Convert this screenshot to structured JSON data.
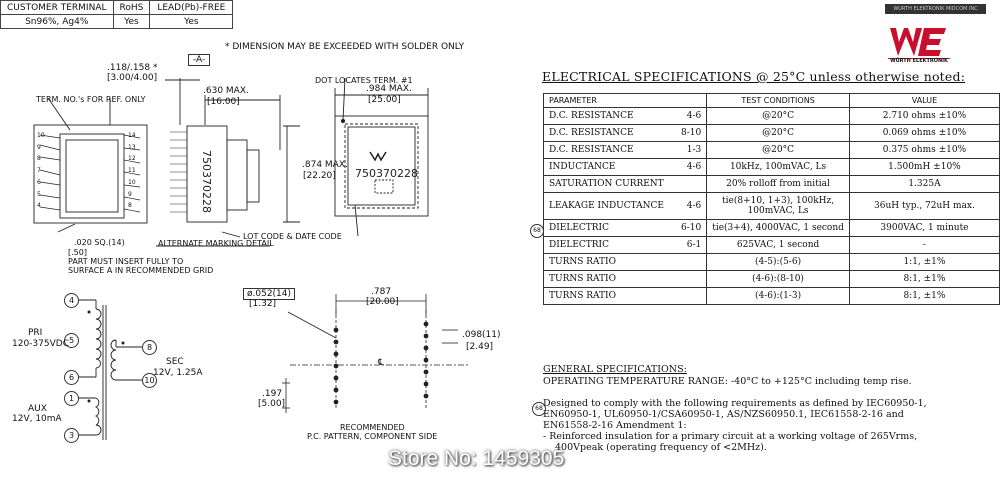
{
  "terminal_table": {
    "headers": [
      "CUSTOMER TERMINAL",
      "RoHS",
      "LEAD(Pb)-FREE"
    ],
    "values": [
      "Sn96%, Ag4%",
      "Yes",
      "Yes"
    ]
  },
  "banner_text": "WURTH ELEKTRONIK MIDCOM INC",
  "logo": {
    "brand": "WÜRTH ELEKTRONIK",
    "color": "#c8102e"
  },
  "drawing": {
    "dimension_note": "* DIMENSION MAY BE EXCEEDED WITH SOLDER ONLY",
    "dim_118": ".118/.158 *",
    "dim_118_mm": "[3.00/4.00]",
    "datum_a": "-A-",
    "term_ref": "TERM. NO.'s FOR REF. ONLY",
    "dim_630": ".630 MAX.",
    "dim_630_mm": "[16.00]",
    "dot_locates": "DOT LOCATES TERM. #1",
    "dim_984": ".984 MAX.",
    "dim_984_mm": "[25.00]",
    "dim_874": ".874 MAX.",
    "dim_874_mm": "[22.20]",
    "part_number": "750370228",
    "lot_code": "LOT CODE & DATE CODE",
    "alt_marking": "ALTERNATE MARKING DETAIL",
    "dim_020": ".020 SQ.(14)",
    "dim_020_mm": "[.50]",
    "insert_note_1": "PART MUST INSERT FULLY TO",
    "insert_note_2": "SURFACE A IN RECOMMENDED GRID",
    "left_pins": [
      "10",
      "9",
      "8",
      "7",
      "6",
      "5",
      "4"
    ],
    "right_pins": [
      "14",
      "13",
      "12",
      "11",
      "10",
      "9",
      "8"
    ]
  },
  "schematic": {
    "pri_label": "PRI",
    "pri_voltage": "120-375VDC",
    "sec_label": "SEC",
    "sec_voltage": "12V, 1.25A",
    "aux_label": "AUX",
    "aux_voltage": "12V, 10mA",
    "pins": [
      "4",
      "8",
      "5",
      "6",
      "10",
      "1",
      "3"
    ]
  },
  "pcb": {
    "hole_dim": "ø.052(14)",
    "hole_dim_mm": "[1.32]",
    "span_dim": ".787",
    "span_dim_mm": "[20.00]",
    "pitch_dim": ".098(11)",
    "pitch_dim_mm": "[2.49]",
    "offset_dim": ".197",
    "offset_dim_mm": "[5.00]",
    "cl_mark": "℄",
    "title_1": "RECOMMENDED",
    "title_2": "P.C. PATTERN, COMPONENT SIDE"
  },
  "electrical": {
    "heading": "ELECTRICAL SPECIFICATIONS @ 25°C unless otherwise noted:",
    "col_param": "PARAMETER",
    "col_test": "TEST CONDITIONS",
    "col_value": "VALUE",
    "marker": "68",
    "rows": [
      {
        "param": "D.C. RESISTANCE",
        "pins": "4-6",
        "test": "@20°C",
        "value": "2.710 ohms ±10%"
      },
      {
        "param": "D.C. RESISTANCE",
        "pins": "8-10",
        "test": "@20°C",
        "value": "0.069 ohms ±10%"
      },
      {
        "param": "D.C. RESISTANCE",
        "pins": "1-3",
        "test": "@20°C",
        "value": "0.375 ohms ±10%"
      },
      {
        "param": "INDUCTANCE",
        "pins": "4-6",
        "test": "10kHz, 100mVAC, Ls",
        "value": "1.500mH ±10%"
      },
      {
        "param": "SATURATION CURRENT",
        "pins": "",
        "test": "20% rolloff from initial",
        "value": "1.325A"
      },
      {
        "param": "LEAKAGE INDUCTANCE",
        "pins": "4-6",
        "test": "tie(8+10, 1+3), 100kHz, 100mVAC, Ls",
        "value": "36uH typ., 72uH max."
      },
      {
        "param": "DIELECTRIC",
        "pins": "6-10",
        "test": "tie(3+4), 4000VAC, 1 second",
        "value": "3900VAC, 1 minute"
      },
      {
        "param": "DIELECTRIC",
        "pins": "6-1",
        "test": "625VAC, 1 second",
        "value": "-"
      },
      {
        "param": "TURNS RATIO",
        "pins": "",
        "test": "(4-5):(5-6)",
        "value": "1:1, ±1%"
      },
      {
        "param": "TURNS RATIO",
        "pins": "",
        "test": "(4-6):(8-10)",
        "value": "8:1, ±1%"
      },
      {
        "param": "TURNS RATIO",
        "pins": "",
        "test": "(4-6):(1-3)",
        "value": "8:1, ±1%"
      }
    ]
  },
  "general": {
    "heading": "GENERAL SPECIFICATIONS:",
    "temp": "OPERATING TEMPERATURE RANGE: -40°C to +125°C including temp rise.",
    "line1": "Designed to comply with the following requirements as defined by IEC60950-1,",
    "line2": "EN60950-1, UL60950-1/CSA60950-1, AS/NZS60950.1, IEC61558-2-16 and",
    "line3": "EN61558-2-16 Amendment 1:",
    "line4": "- Reinforced insulation for a primary circuit at a working voltage of 265Vrms,",
    "line5": "400Vpeak (operating frequency of <2MHz).",
    "marker": "68"
  },
  "watermark": "Store No: 1459305"
}
